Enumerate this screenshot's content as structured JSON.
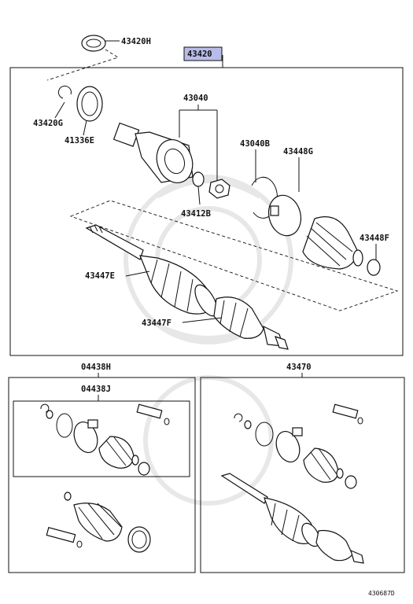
{
  "diagram_id": "430687D",
  "highlight_color": "#b9bce8",
  "labels": {
    "p43420H": "43420H",
    "p43420": "43420",
    "p43420G": "43420G",
    "p41336E": "41336E",
    "p43040": "43040",
    "p43040B": "43040B",
    "p43448G": "43448G",
    "p43412B": "43412B",
    "p43448F": "43448F",
    "p43447E": "43447E",
    "p43447F": "43447F",
    "p04438H": "04438H",
    "p04438J": "04438J",
    "p43470": "43470"
  }
}
